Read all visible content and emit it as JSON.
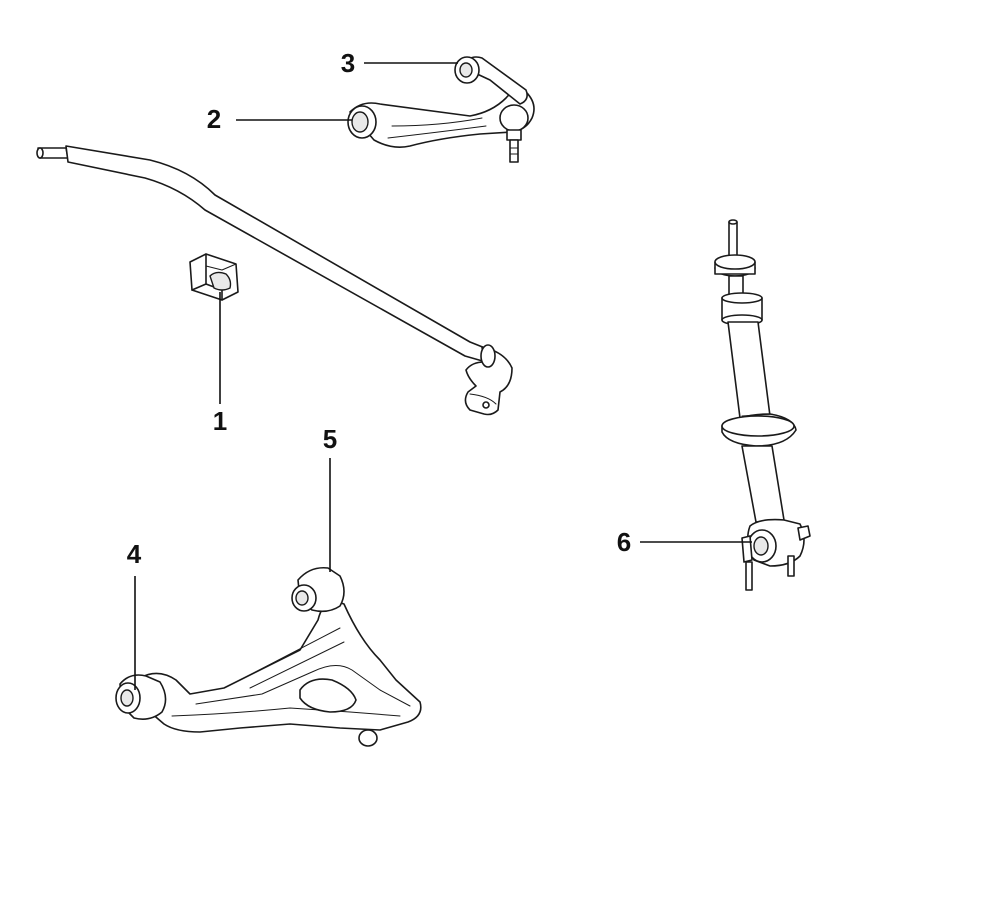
{
  "callouts": [
    {
      "id": "1",
      "label": "1",
      "part": "stabilizer-bar-bushing"
    },
    {
      "id": "2",
      "label": "2",
      "part": "upper-control-arm-front-bushing"
    },
    {
      "id": "3",
      "label": "3",
      "part": "upper-control-arm-rear-bushing"
    },
    {
      "id": "4",
      "label": "4",
      "part": "lower-control-arm-front-bushing"
    },
    {
      "id": "5",
      "label": "5",
      "part": "lower-control-arm-rear-bushing"
    },
    {
      "id": "6",
      "label": "6",
      "part": "shock-absorber-lower-bushing"
    }
  ]
}
